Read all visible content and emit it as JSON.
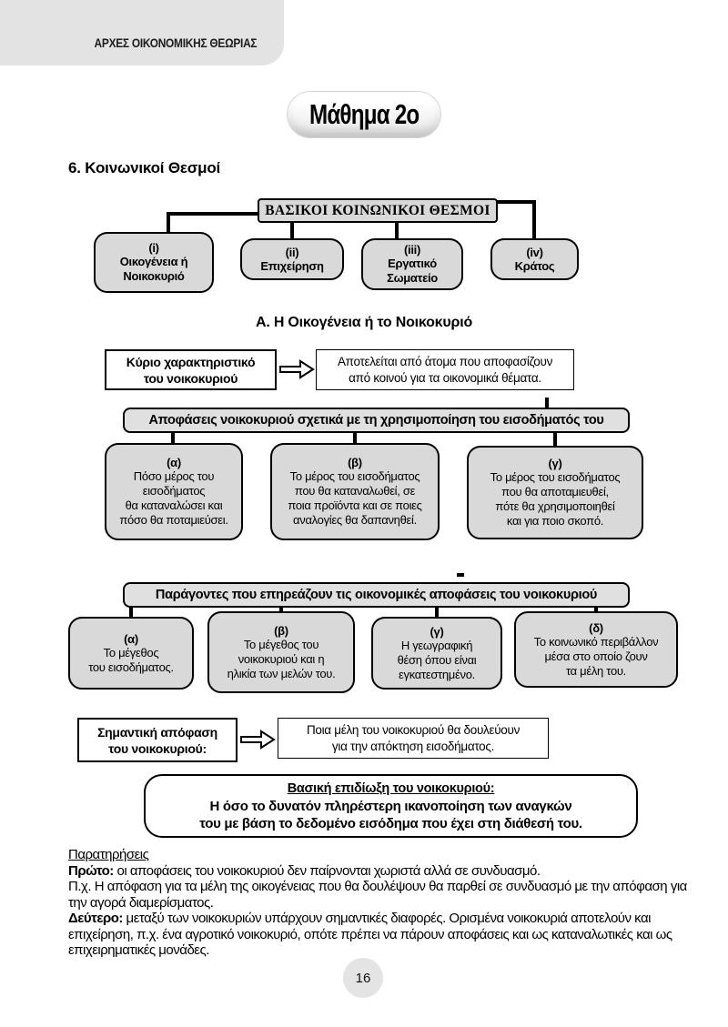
{
  "page": {
    "band_title": "ΑΡΧΕΣ ΟΙΚΟΝΟΜΙΚΗΣ ΘΕΩΡΙΑΣ",
    "lesson_badge": "Μάθημα 2ο",
    "section_heading": "6. Κοινωνικοί Θεσμοί",
    "page_number": "16"
  },
  "colors": {
    "band_fill": "#e3e3e3",
    "box_fill": "#d9d9d9",
    "bar_fill": "#e0e0e0",
    "border": "#000000"
  },
  "institutions": {
    "root_label": "ΒΑΣΙΚΟΙ ΚΟΙΝΩΝΙΚΟΙ ΘΕΣΜΟΙ",
    "items": [
      {
        "tag": "(i)",
        "text": "Οικογένεια ή\nΝοικοκυριό"
      },
      {
        "tag": "(ii)",
        "text": "Επιχείρηση"
      },
      {
        "tag": "(iii)",
        "text": "Εργατικό\nΣωματείο"
      },
      {
        "tag": "(iv)",
        "text": "Κράτος"
      }
    ]
  },
  "family": {
    "heading": "Α. Η Οικογένεια ή το Νοικοκυριό",
    "characteristic": {
      "key": "Κύριο χαρακτηριστικό\nτου νοικοκυριού",
      "value": "Αποτελείται από άτομα που αποφασίζουν\nαπό κοινού για τα οικονομικά θέματα."
    },
    "decisions": {
      "bar": "Αποφάσεις νοικοκυριού σχετικά με τη χρησιμοποίηση του εισοδήματός του",
      "items": [
        {
          "tag": "(α)",
          "text": "Πόσο μέρος του\nεισοδήματος\nθα καταναλώσει και\nπόσο θα ποταμιεύσει."
        },
        {
          "tag": "(β)",
          "text": "Το μέρος του εισοδήματος\nπου θα καταναλωθεί, σε\nποια προϊόντα και σε ποιες\nαναλογίες θα δαπανηθεί."
        },
        {
          "tag": "(γ)",
          "text": "Το μέρος του εισοδήματος\nπου θα αποταμιευθεί,\nπότε θα χρησιμοποιηθεί\nκαι για ποιο σκοπό."
        }
      ]
    },
    "factors": {
      "bar": "Παράγοντες που επηρεάζουν τις οικονομικές αποφάσεις του νοικοκυριού",
      "items": [
        {
          "tag": "(α)",
          "text": "Το μέγεθος\nτου εισοδήματος."
        },
        {
          "tag": "(β)",
          "text": "Το μέγεθος του\nνοικοκυριού και η\nηλικία των μελών του."
        },
        {
          "tag": "(γ)",
          "text": "Η γεωγραφική\nθέση όπου είναι\nεγκατεστημένο."
        },
        {
          "tag": "(δ)",
          "text": "Το κοινωνικό περιβάλλον\nμέσα στο οποίο ζουν\nτα μέλη του."
        }
      ]
    },
    "important_decision": {
      "key": "Σημαντική απόφαση\nτου νοικοκυριού:",
      "value": "Ποια μέλη του νοικοκυριού θα δουλεύουν\nγια την απόκτηση εισοδήματος."
    },
    "goal": {
      "title": "Βασική επιδίωξη του νοικοκυριού:",
      "body": "Η όσο το δυνατόν πληρέστερη ικανοποίηση των αναγκών\nτου με βάση το δεδομένο εισόδημα που έχει στη διάθεσή του."
    }
  },
  "notes": {
    "heading": "Παρατηρήσεις",
    "first_label": "Πρώτο:",
    "first_text": " οι αποφάσεις του νοικοκυριού δεν παίρνονται χωριστά αλλά σε συνδυασμό.",
    "example_text": "Π.χ. Η απόφαση για τα μέλη της οικογένειας που θα δουλέψουν θα παρθεί σε συνδυασμό με την απόφαση για την αγορά διαμερίσματος.",
    "second_label": "Δεύτερο:",
    "second_text": " μεταξύ των νοικοκυριών υπάρχουν σημαντικές διαφορές. Ορισμένα νοικοκυριά αποτελούν και επιχείρηση, π.χ. ένα αγροτικό νοικοκυριό, οπότε πρέπει να πάρουν αποφάσεις και ως καταναλωτικές και ως επιχειρηματικές μονάδες."
  }
}
